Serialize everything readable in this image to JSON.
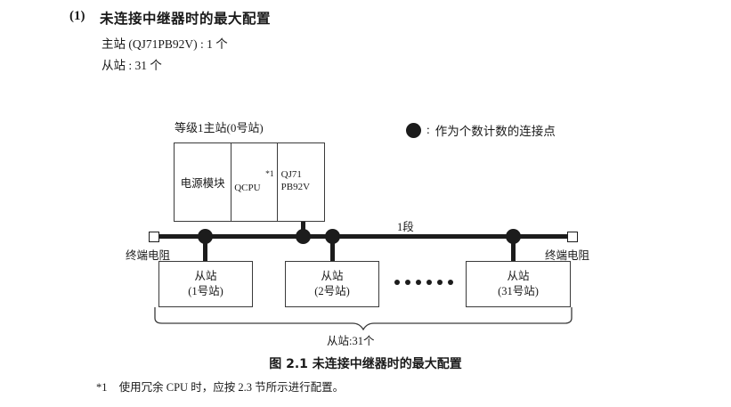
{
  "heading": {
    "number": "(1)",
    "title": "未连接中继器时的最大配置"
  },
  "specs": {
    "master": "主站 (QJ71PB92V) : 1 个",
    "slave": "从站 : 31 个"
  },
  "legend": {
    "symbol": "filled-circle",
    "colon": ":",
    "text": "作为个数计数的连接点"
  },
  "diagram": {
    "master_station_label": "等级1主站(0号站)",
    "rack": {
      "power_module": "电源模块",
      "cpu": "QCPU",
      "cpu_note": "*1",
      "network_line1": "QJ71",
      "network_line2": "PB92V"
    },
    "segment_label": "1段",
    "terminator_left": "终端电阻",
    "terminator_right": "终端电阻",
    "slaves": [
      {
        "name": "从站",
        "station": "(1号站)"
      },
      {
        "name": "从站",
        "station": "(2号站)"
      },
      {
        "name": "从站",
        "station": "(31号站)"
      }
    ],
    "brace_label": "从站:31个"
  },
  "caption": "图 2.1  未连接中继器时的最大配置",
  "footnote": {
    "mark": "*1",
    "text": "使用冗余 CPU 时，应按 2.3 节所示进行配置。"
  }
}
